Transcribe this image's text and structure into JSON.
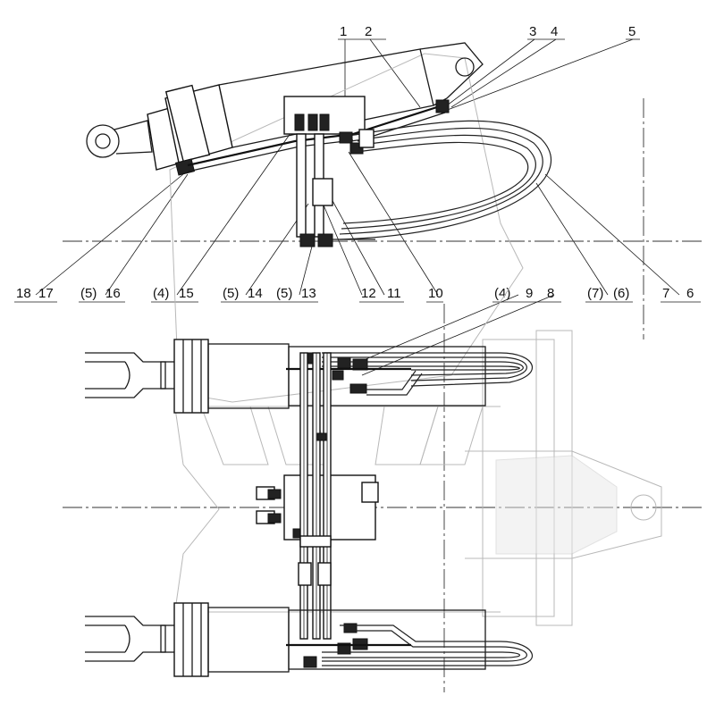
{
  "callouts_top": [
    {
      "id": "c1",
      "text": "1"
    },
    {
      "id": "c2",
      "text": "2"
    },
    {
      "id": "c3",
      "text": "3"
    },
    {
      "id": "c4",
      "text": "4"
    },
    {
      "id": "c5",
      "text": "5"
    }
  ],
  "callouts_row": [
    {
      "id": "r1",
      "text": "18"
    },
    {
      "id": "r2",
      "text": "17"
    },
    {
      "id": "r3",
      "text": "(5)"
    },
    {
      "id": "r4",
      "text": "16"
    },
    {
      "id": "r5",
      "text": "(4)"
    },
    {
      "id": "r6",
      "text": "15"
    },
    {
      "id": "r7",
      "text": "(5)"
    },
    {
      "id": "r8",
      "text": "14"
    },
    {
      "id": "r9",
      "text": "(5)"
    },
    {
      "id": "r10",
      "text": "13"
    },
    {
      "id": "r11",
      "text": "12"
    },
    {
      "id": "r12",
      "text": "11"
    },
    {
      "id": "r13",
      "text": "10"
    },
    {
      "id": "r14",
      "text": "(4)"
    },
    {
      "id": "r15",
      "text": "9"
    },
    {
      "id": "r16",
      "text": "8"
    },
    {
      "id": "r17",
      "text": "(7)"
    },
    {
      "id": "r18",
      "text": "(6)"
    },
    {
      "id": "r19",
      "text": "7"
    },
    {
      "id": "r20",
      "text": "6"
    }
  ]
}
